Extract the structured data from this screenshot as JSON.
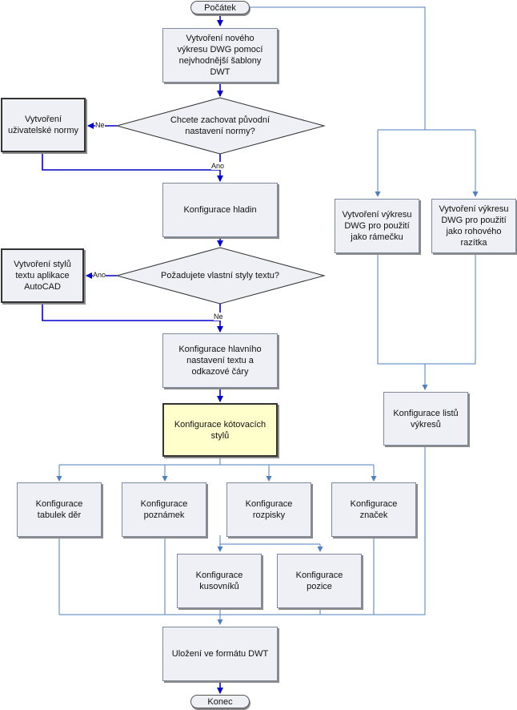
{
  "flowchart": {
    "start": "Počátek",
    "end": "Konec",
    "new_drawing": "Vytvoření nového\nvýkresu DWG pomocí\nnejvhodnější šablony\nDWT",
    "decision_keep_standard": "Chcete zachovat původní\nnastavení normy?",
    "create_user_standard": "Vytvoření\nuživatelské normy",
    "label_ne_1": "Ne",
    "label_ano_1": "Ano",
    "layers_config": "Konfigurace hladin",
    "decision_own_text_styles": "Požadujete vlastní styly textu?",
    "create_text_styles": "Vytvoření stylů\ntextu aplikace\nAutoCAD",
    "label_ano_2": "Ano",
    "label_ne_2": "Ne",
    "main_text_config": "Konfigurace hlavního\nnastavení textu a\nodkazové čáry",
    "dim_styles_config": "Konfigurace kótovacích\nstylů",
    "hole_tables_config": "Konfigurace\ntabulek děr",
    "notes_config": "Konfigurace\npoznámek",
    "bom_config": "Konfigurace\nrozpisky",
    "symbols_config": "Konfigurace\nznaček",
    "parts_list_config": "Konfigurace\nkusovníků",
    "balloons_config": "Konfigurace\npozice",
    "save_dwt": "Uložení ve formátu DWT",
    "frame_drawing": "Vytvoření výkresu\nDWG pro použití\njako rámečku",
    "title_block_drawing": "Vytvoření výkresu\nDWG pro použití\njako rohového\nrazítka",
    "sheets_config": "Konfigurace listů\nvýkresů"
  },
  "colors": {
    "connector": "#4f7fbf",
    "connector_strong": "#0000cc",
    "box_fill": "#eef0f5",
    "highlight_fill": "#ffffcc"
  }
}
